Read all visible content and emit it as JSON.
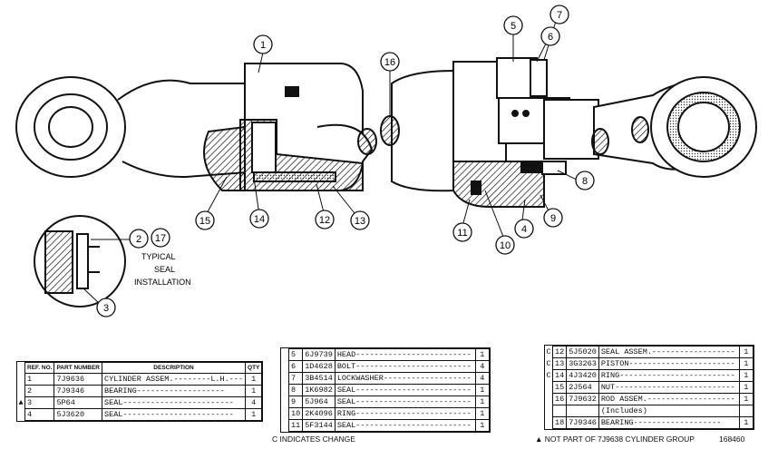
{
  "callouts": [
    {
      "id": "c1",
      "num": "1"
    },
    {
      "id": "c2",
      "num": "2"
    },
    {
      "id": "c3",
      "num": "3"
    },
    {
      "id": "c4",
      "num": "4"
    },
    {
      "id": "c5",
      "num": "5"
    },
    {
      "id": "c6",
      "num": "6"
    },
    {
      "id": "c7",
      "num": "7"
    },
    {
      "id": "c8",
      "num": "8"
    },
    {
      "id": "c9",
      "num": "9"
    },
    {
      "id": "c10",
      "num": "10"
    },
    {
      "id": "c11",
      "num": "11"
    },
    {
      "id": "c12",
      "num": "12"
    },
    {
      "id": "c13",
      "num": "13"
    },
    {
      "id": "c14",
      "num": "14"
    },
    {
      "id": "c15",
      "num": "15"
    },
    {
      "id": "c16",
      "num": "16"
    },
    {
      "id": "c17",
      "num": "17"
    }
  ],
  "seal_label": [
    "TYPICAL",
    "SEAL",
    "INSTALLATION"
  ],
  "table1": {
    "headers": {
      "ref": "REF. NO.",
      "part": "PART NUMBER",
      "desc": "DESCRIPTION",
      "qty": "QTY"
    },
    "rows": [
      {
        "mark": "",
        "ref": "1",
        "part": "7J9636",
        "desc": "CYLINDER ASSEM.--------L.H.---",
        "qty": "1"
      },
      {
        "mark": "",
        "ref": "2",
        "part": "7J9346",
        "desc": "  BEARING-------------------",
        "qty": "1"
      },
      {
        "mark": "▲",
        "ref": "3",
        "part": "5P64",
        "desc": "SEAL------------------------",
        "qty": "4"
      },
      {
        "mark": "",
        "ref": "4",
        "part": "5J3620",
        "desc": "SEAL------------------------",
        "qty": "1"
      }
    ]
  },
  "table2": {
    "rows": [
      {
        "mark": "",
        "ref": "5",
        "part": "6J9739",
        "desc": "HEAD-------------------------",
        "qty": "1"
      },
      {
        "mark": "",
        "ref": "6",
        "part": "1D4628",
        "desc": "BOLT-------------------------",
        "qty": "4"
      },
      {
        "mark": "",
        "ref": "7",
        "part": "3B4514",
        "desc": "LOCKWASHER-------------------",
        "qty": "4"
      },
      {
        "mark": "",
        "ref": "8",
        "part": "1K6982",
        "desc": "SEAL-------------------------",
        "qty": "1"
      },
      {
        "mark": "",
        "ref": "9",
        "part": "5J964",
        "desc": "SEAL-------------------------",
        "qty": "1"
      },
      {
        "mark": "",
        "ref": "10",
        "part": "2K4096",
        "desc": "RING-------------------------",
        "qty": "1"
      },
      {
        "mark": "",
        "ref": "11",
        "part": "5F3144",
        "desc": "SEAL-------------------------",
        "qty": "1"
      }
    ]
  },
  "table3": {
    "rows": [
      {
        "mark": "C",
        "ref": "12",
        "part": "5J5020",
        "desc": "SEAL ASSEM.------------------",
        "qty": "1"
      },
      {
        "mark": "C",
        "ref": "13",
        "part": "3G3263",
        "desc": "PISTON-----------------------",
        "qty": "1"
      },
      {
        "mark": "C",
        "ref": "14",
        "part": "4J3420",
        "desc": "RING-------------------------",
        "qty": "1"
      },
      {
        "mark": "",
        "ref": "15",
        "part": "2J564",
        "desc": "NUT--------------------------",
        "qty": "1"
      },
      {
        "mark": "",
        "ref": "16",
        "part": "7J9632",
        "desc": "ROD ASSEM.-------------------",
        "qty": "1"
      },
      {
        "mark": "",
        "ref": "",
        "part": "",
        "desc": "   (Includes)",
        "qty": ""
      },
      {
        "mark": "",
        "ref": "18",
        "part": "7J9346",
        "desc": "  BEARING-------------------",
        "qty": "1"
      }
    ]
  },
  "footer": {
    "change_note": "C INDICATES CHANGE",
    "not_part_note": "▲ NOT PART OF 7J9638 CYLINDER GROUP",
    "drawing_number": "168460"
  }
}
